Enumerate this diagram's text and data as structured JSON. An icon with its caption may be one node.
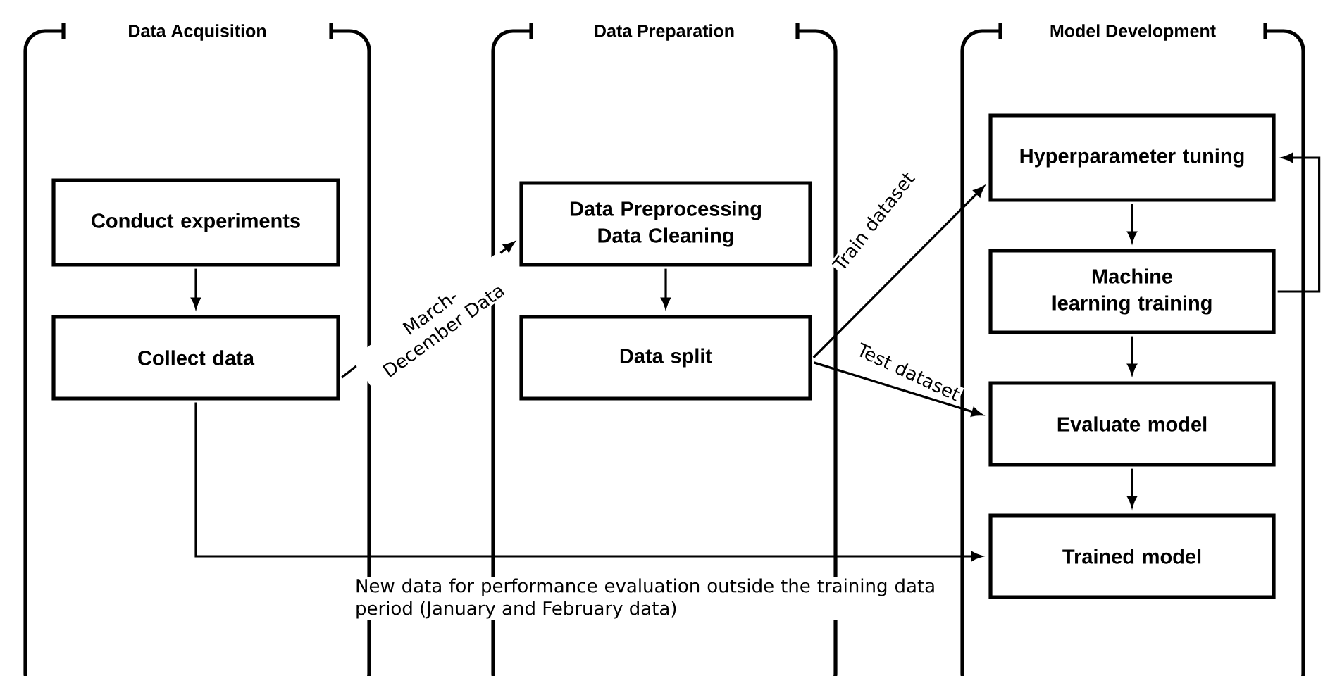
{
  "diagram": {
    "nodes": [
      {
        "text": [
          "Data Acquisition"
        ]
      },
      {
        "text": [
          "Conduct experiments"
        ],
        "in": 0
      },
      {
        "text": [
          "Collect data"
        ],
        "in": 0
      },
      {
        "text": [
          "Data Preparation"
        ]
      },
      {
        "text": [
          "Data Preprocessing",
          "Data Cleaning"
        ],
        "in": 3
      },
      {
        "text": [
          "Data split"
        ],
        "in": 3
      },
      {
        "text": [
          "Model Development"
        ]
      },
      {
        "text": [
          "Hyperparameter tuning"
        ],
        "in": 6
      },
      {
        "text": [
          "Machine learning training"
        ],
        "in": 6
      },
      {
        "text": [
          "Evaluate model"
        ],
        "in": 6
      },
      {
        "text": [
          "Trained model"
        ],
        "in": 6
      }
    ],
    "edges": [
      {
        "from": 1,
        "to": 2,
        "arrow": "to"
      },
      {
        "from": 2,
        "to": 4,
        "arrow": "to",
        "label": "March-December Data"
      },
      {
        "from": 4,
        "to": 5,
        "arrow": "to"
      },
      {
        "from": 5,
        "to": 7,
        "arrow": "to",
        "label": "Train dataset"
      },
      {
        "from": 5,
        "to": 9,
        "arrow": "to",
        "label": "Test dataset"
      },
      {
        "from": 7,
        "to": 8,
        "arrow": "to"
      },
      {
        "from": 8,
        "to": 9,
        "arrow": "to"
      },
      {
        "from": 9,
        "to": 10,
        "arrow": "to"
      },
      {
        "from": 8,
        "to": 7,
        "arrow": "to"
      },
      {
        "from": 2,
        "to": 10,
        "arrow": "to",
        "label": "New data for performance evaluation outside the training data period (January and February data)"
      }
    ]
  }
}
